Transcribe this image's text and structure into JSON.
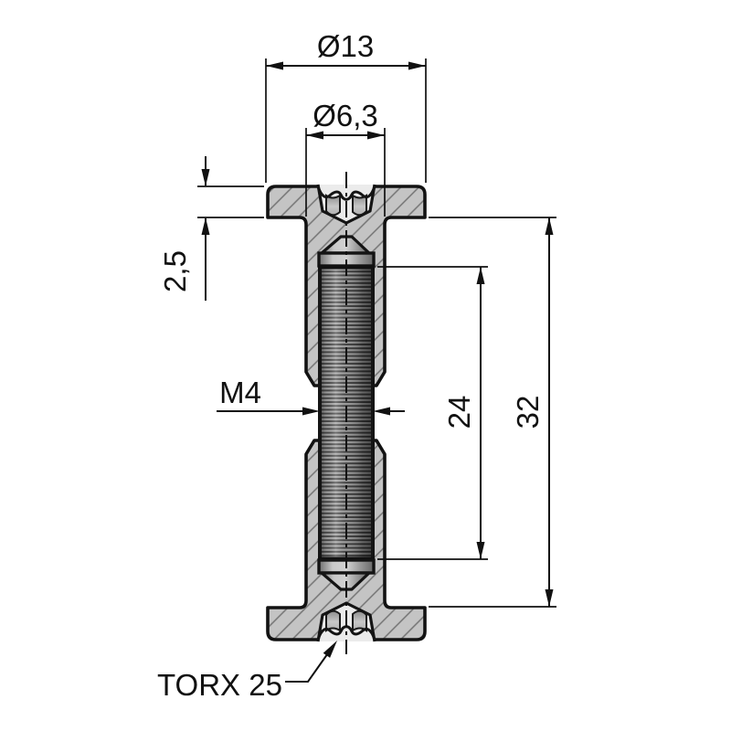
{
  "drawing": {
    "background": "#ffffff",
    "part_name": "connector-bolt-cross-section",
    "colors": {
      "body_fill": "#c4c4c4",
      "hatch": "#737373",
      "outline": "#121212",
      "thread_dark": "#3c3c3c",
      "thread_light": "#a0a0a0",
      "dimension": "#111111",
      "recess_fill": "#ebebeb"
    },
    "dimensions": {
      "head_diameter": "Ø13",
      "inner_diameter": "Ø6,3",
      "head_thickness": "2,5",
      "thread_spec": "M4",
      "thread_length": "24",
      "overall_length": "32",
      "drive_label": "TORX 25"
    }
  }
}
